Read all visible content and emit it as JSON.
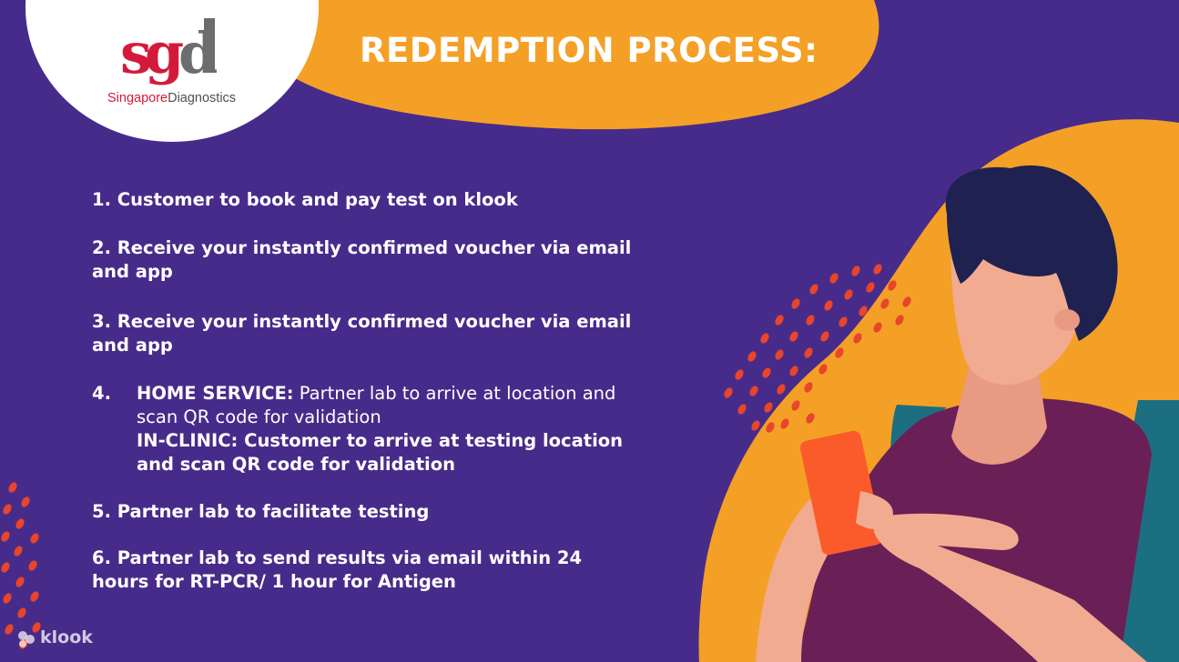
{
  "slide": {
    "title": "REDEMPTION PROCESS:",
    "logo": {
      "mark_text": "sgd",
      "wordmark_part1": "Singapore",
      "wordmark_part2": "Diagnostics"
    },
    "steps": {
      "step1": "1. Customer to book and pay test on klook",
      "step2": "2. Receive your instantly confirmed voucher via email and app",
      "step3": "3. Receive your instantly confirmed voucher via email and app",
      "step4": {
        "number": "4.",
        "home_label": "HOME SERVICE:",
        "home_text": " Partner lab to arrive at location and scan QR code for validation",
        "clinic_label": "IN-CLINIC",
        "clinic_text": ": Customer to arrive at testing location and scan QR code for validation"
      },
      "step5": "5. Partner lab to facilitate testing",
      "step6": "6. Partner lab to send results via email within 24 hours for RT-PCR/ 1 hour for Antigen"
    },
    "watermark": "klook",
    "colors": {
      "background": "#472b8a",
      "orange": "#f4a026",
      "accent_red": "#e8452a",
      "brand_red": "#d41a3a"
    }
  }
}
